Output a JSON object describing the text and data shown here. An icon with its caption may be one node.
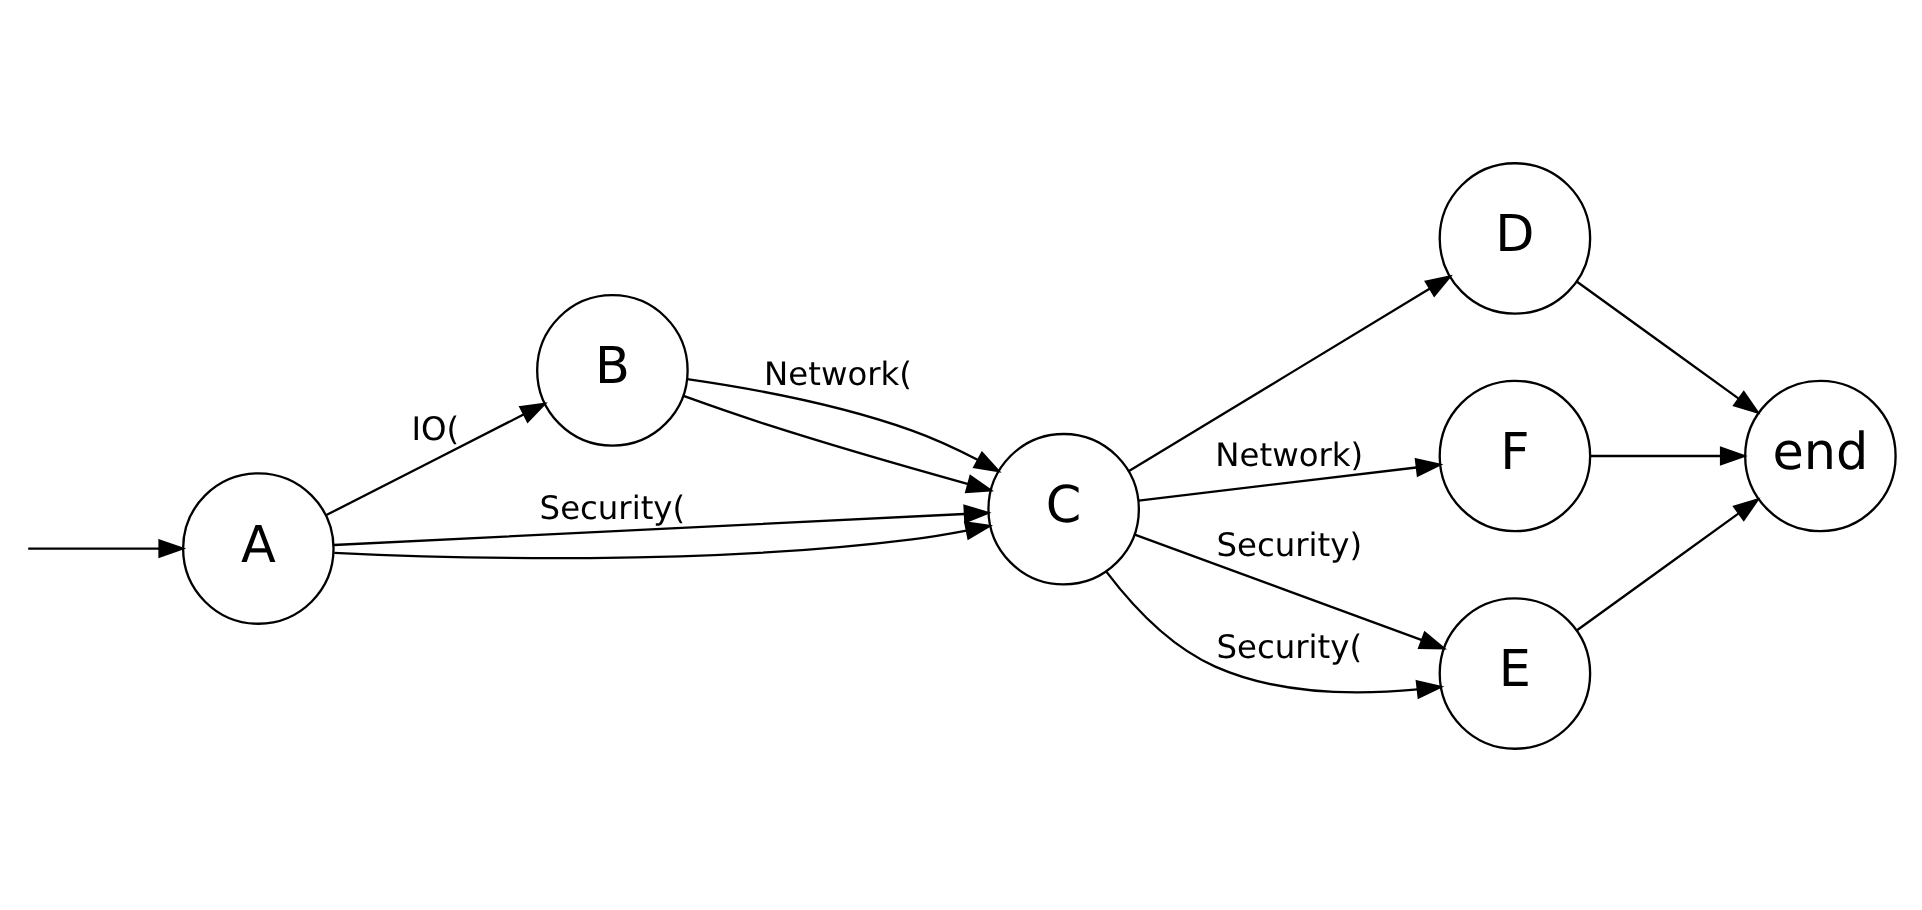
{
  "diagram": {
    "nodes": [
      {
        "text": [
          "A"
        ]
      },
      {
        "text": [
          "B"
        ]
      },
      {
        "text": [
          "C"
        ]
      },
      {
        "text": [
          "D"
        ]
      },
      {
        "text": [
          "F"
        ]
      },
      {
        "text": [
          "E"
        ]
      },
      {
        "text": [
          "end"
        ]
      }
    ],
    "edges": [
      {
        "from": null,
        "to": 0,
        "arrow": "to"
      },
      {
        "from": 0,
        "to": 2,
        "arrow": "to",
        "label": "Security("
      },
      {
        "from": 0,
        "to": 2,
        "arrow": "to"
      },
      {
        "from": 0,
        "to": 1,
        "arrow": "to",
        "label": "IO("
      },
      {
        "from": 1,
        "to": 2,
        "arrow": "to",
        "label": "Network("
      },
      {
        "from": 1,
        "to": 2,
        "arrow": "to"
      },
      {
        "from": 2,
        "to": 3,
        "arrow": "to"
      },
      {
        "from": 2,
        "to": 4,
        "arrow": "to",
        "label": "Network)"
      },
      {
        "from": 2,
        "to": 5,
        "arrow": "to",
        "label": "Security)"
      },
      {
        "from": 2,
        "to": 5,
        "arrow": "to",
        "label": "Security("
      },
      {
        "from": 3,
        "to": 6,
        "arrow": "to"
      },
      {
        "from": 4,
        "to": 6,
        "arrow": "to"
      },
      {
        "from": 5,
        "to": 6,
        "arrow": "to"
      }
    ]
  }
}
